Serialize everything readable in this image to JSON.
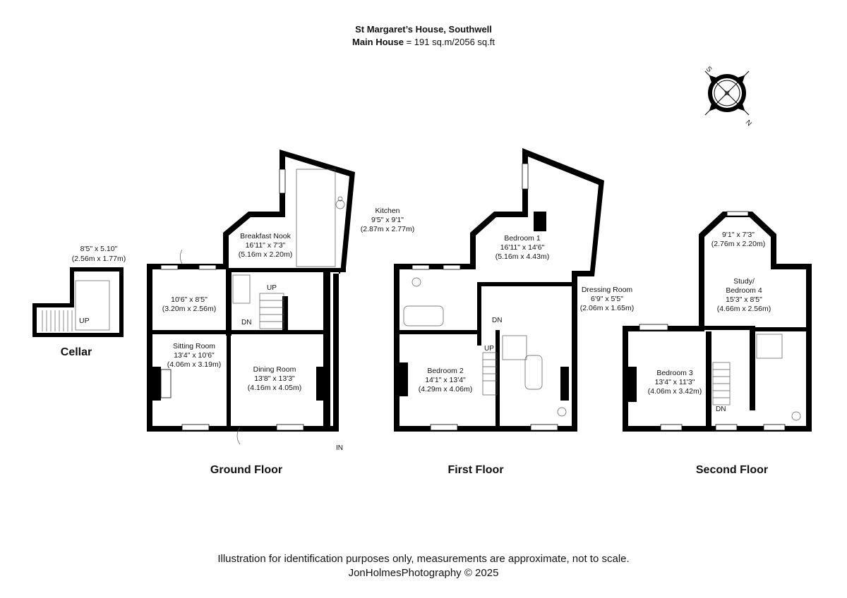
{
  "header": {
    "title": "St Margaret’s House, Southwell",
    "area_label": "Main House",
    "area_value": "= 191 sq.m/2056 sq.ft"
  },
  "compass": {
    "north": "N",
    "south": "S"
  },
  "cellar": {
    "name": "Cellar",
    "dims_imperial": "8'5\" x 5.10\"",
    "dims_metric": "(2.56m x 1.77m)",
    "stair": "UP"
  },
  "ground_floor": {
    "name": "Ground Floor",
    "kitchen": {
      "name": "Kitchen",
      "imperial": "9'5\" x 9'1\"",
      "metric": "(2.87m x 2.77m)"
    },
    "breakfast_nook": {
      "name": "Breakfast Nook",
      "imperial": "16'11\" x 7'3\"",
      "metric": "(5.16m x 2.20m)"
    },
    "room_small": {
      "imperial": "10'6\" x 8'5\"",
      "metric": "(3.20m x 2.56m)"
    },
    "sitting_room": {
      "name": "Sitting Room",
      "imperial": "13'4\" x 10'6\"",
      "metric": "(4.06m x 3.19m)"
    },
    "dining_room": {
      "name": "Dining Room",
      "imperial": "13'8\" x 13'3\"",
      "metric": "(4.16m x 4.05m)"
    },
    "up": "UP",
    "dn": "DN",
    "in": "IN"
  },
  "first_floor": {
    "name": "First Floor",
    "bedroom1": {
      "name": "Bedroom 1",
      "imperial": "16'11\" x 14'6\"",
      "metric": "(5.16m x 4.43m)"
    },
    "dressing_room": {
      "name": "Dressing Room",
      "imperial": "6'9\" x 5'5\"",
      "metric": "(2.06m x 1.65m)"
    },
    "bedroom2": {
      "name": "Bedroom 2",
      "imperial": "14'1\" x 13'4\"",
      "metric": "(4.29m x 4.06m)"
    },
    "dn": "DN",
    "up": "UP"
  },
  "second_floor": {
    "name": "Second Floor",
    "bay_room": {
      "imperial": "9'1\" x 7'3\"",
      "metric": "(2.76m x 2.20m)"
    },
    "study": {
      "name1": "Study/",
      "name2": "Bedroom 4",
      "imperial": "15'3\" x 8'5\"",
      "metric": "(4.66m x 2.56m)"
    },
    "bedroom3": {
      "name": "Bedroom 3",
      "imperial": "13'4\" x 11'3\"",
      "metric": "(4.06m x 3.42m)"
    },
    "dn": "DN"
  },
  "footer": {
    "disclaimer": "Illustration for identification purposes only, measurements are approximate, not to scale.",
    "credit": "JonHolmesPhotography © 2025"
  }
}
